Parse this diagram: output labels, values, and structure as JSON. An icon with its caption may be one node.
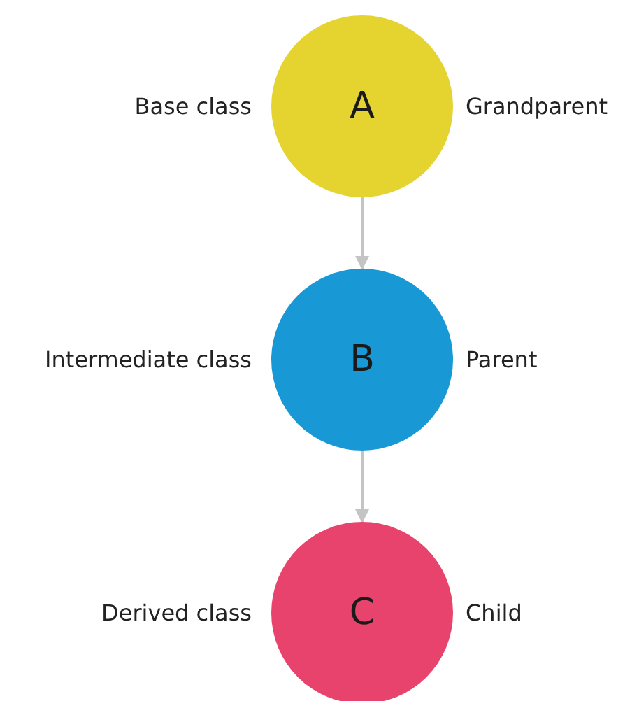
{
  "diagram": {
    "nodes": [
      {
        "text": [
          "A"
        ],
        "beside": [
          "Base class",
          "Grandparent"
        ]
      },
      {
        "text": [
          "B"
        ],
        "beside": [
          "Intermediate class",
          "Parent"
        ]
      },
      {
        "text": [
          "C"
        ],
        "beside": [
          "Derived class",
          "Child"
        ]
      }
    ],
    "edges": [
      {
        "from": 0,
        "to": 1,
        "arrow": "to"
      },
      {
        "from": 1,
        "to": 2,
        "arrow": "to"
      }
    ]
  }
}
